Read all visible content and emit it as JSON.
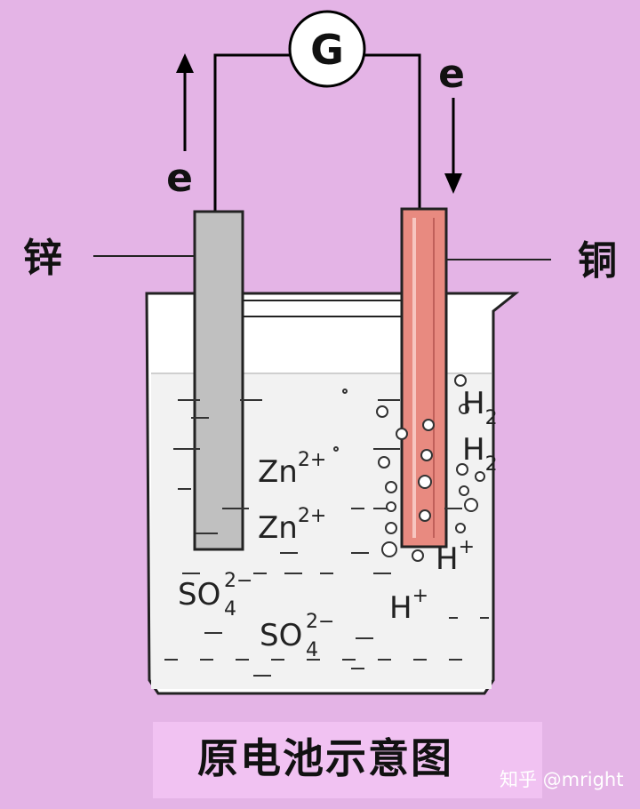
{
  "galvanometer": {
    "label": "G"
  },
  "electron_left": {
    "label": "e"
  },
  "electron_right": {
    "label": "e"
  },
  "zinc_label": "锌",
  "copper_label": "铜",
  "ions": {
    "h2_top": {
      "base": "H",
      "sub": "2"
    },
    "h2_mid": {
      "base": "H",
      "sub": "2"
    },
    "zn_upper": {
      "base": "Zn",
      "sup": "2+"
    },
    "zn_lower": {
      "base": "Zn",
      "sup": "2+"
    },
    "h_plus_upper": {
      "base": "H",
      "sup": "+"
    },
    "h_plus_lower": {
      "base": "H",
      "sup": "+"
    },
    "so4_left": {
      "base": "SO",
      "sub": "4",
      "sup": "2−"
    },
    "so4_right": {
      "base": "SO",
      "sub": "4",
      "sup": "2−"
    }
  },
  "caption": "原电池示意图",
  "watermark": "知乎 @mright",
  "colors": {
    "background": "#e4b4e6",
    "beaker_fill": "#ffffff",
    "electrolyte": "#f2f2f2",
    "zinc_electrode": "#c0c0c0",
    "copper_electrode": "#e88a80",
    "wire": "#000000"
  }
}
